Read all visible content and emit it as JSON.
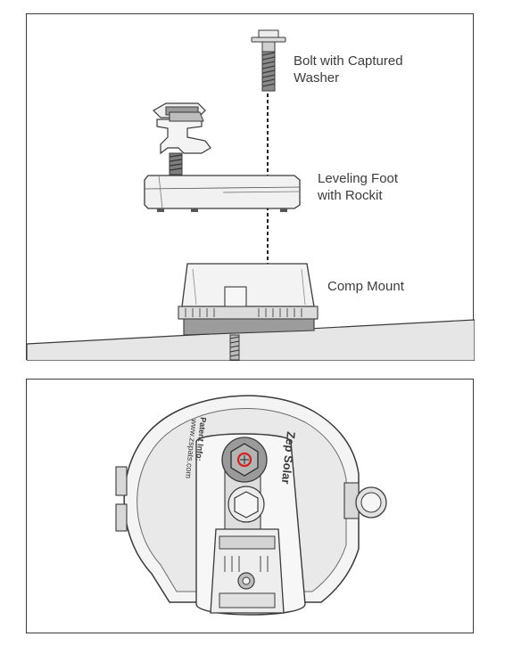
{
  "labels": {
    "bolt": [
      "Bolt with Captured",
      "Washer"
    ],
    "leveling_foot": [
      "Leveling Foot",
      "with Rockit"
    ],
    "comp_mount": "Comp Mount"
  },
  "mount_markings": {
    "brand": "Zep Solar",
    "patent_line1": "Patent Info:",
    "patent_line2": "www.zspats.com"
  },
  "colors": {
    "outline": "#3a3a3a",
    "light_fill": "#ededed",
    "mid_fill": "#d6d6d6",
    "dark_fill": "#8a8a8a",
    "highlight_ring": "#d32020"
  }
}
